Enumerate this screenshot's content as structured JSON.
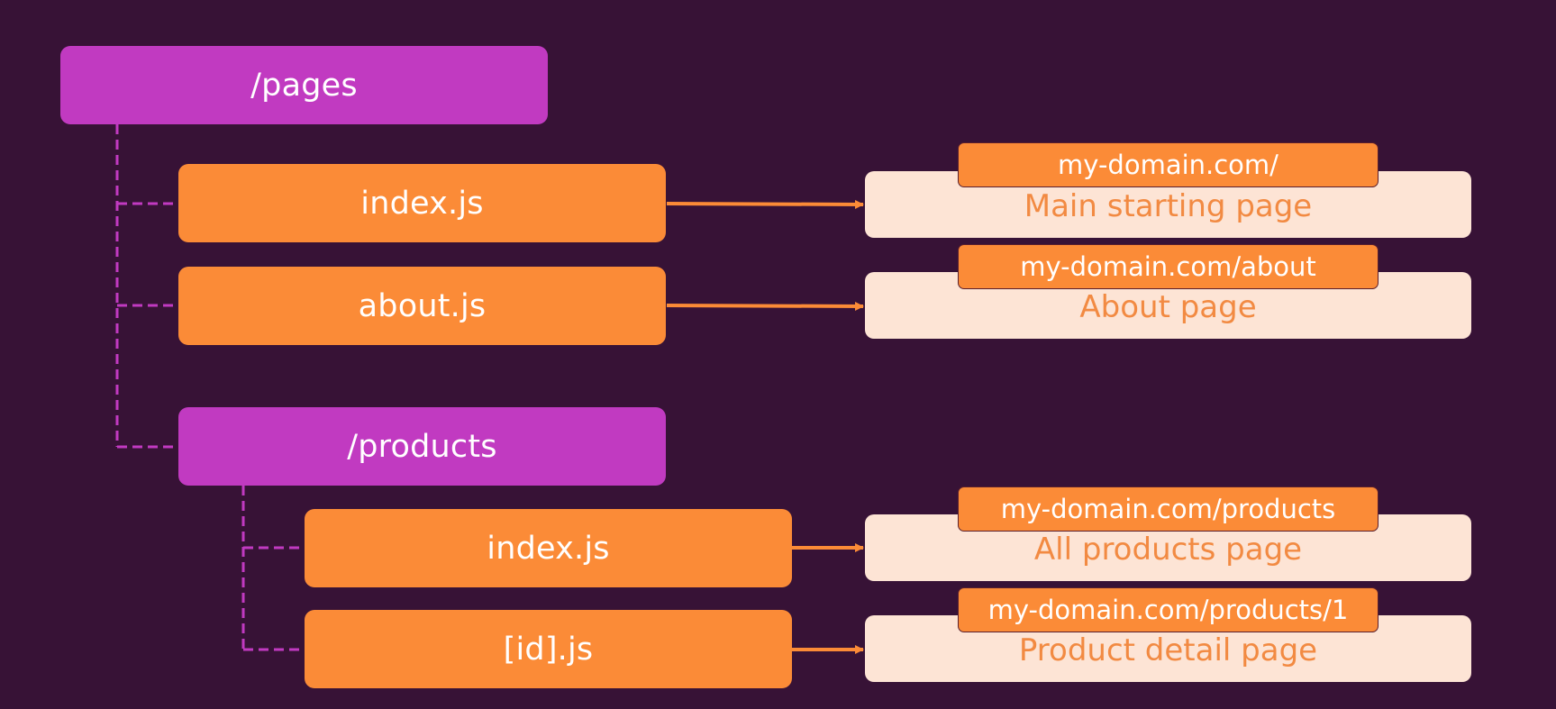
{
  "colors": {
    "background": "#371236",
    "folder": "#c13ac1",
    "file": "#fb8b37",
    "result": "#fde4d5",
    "result_text": "#f28a42",
    "connector": "#c13ac1",
    "arrow": "#fb8b37"
  },
  "tree": {
    "root": {
      "label": "/pages"
    },
    "pages_index": {
      "label": "index.js"
    },
    "pages_about": {
      "label": "about.js"
    },
    "products": {
      "label": "/products"
    },
    "products_index": {
      "label": "index.js"
    },
    "products_id": {
      "label": "[id].js"
    }
  },
  "routes": [
    {
      "url": "my-domain.com/",
      "description": "Main starting page"
    },
    {
      "url": "my-domain.com/about",
      "description": "About page"
    },
    {
      "url": "my-domain.com/products",
      "description": "All products page"
    },
    {
      "url": "my-domain.com/products/1",
      "description": "Product detail page"
    }
  ]
}
